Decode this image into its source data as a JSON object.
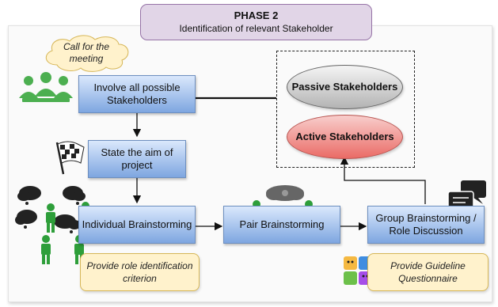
{
  "phase": {
    "title": "PHASE 2",
    "subtitle": "Identification of relevant Stakeholder"
  },
  "call_note": "Call for the meeting",
  "steps": {
    "involve": "Involve all possible Stakeholders",
    "aim": "State the aim of project",
    "individual": "Individual Brainstorming",
    "pair": "Pair Brainstorming",
    "group": "Group Brainstorming / Role Discussion"
  },
  "notes": {
    "role": "Provide role identification criterion",
    "guideline": "Provide Guideline Questionnaire"
  },
  "outcomes": {
    "passive": "Passive Stakeholders",
    "active": "Active Stakeholders"
  },
  "colors": {
    "process_fill_top": "#dae8fc",
    "process_fill_bottom": "#7ea6e0",
    "note_fill": "#fff2cc",
    "phase_fill": "#e1d5e7",
    "person_green": "#4caf50",
    "active_fill": "#f8cecc"
  },
  "icons": [
    "meeting-group-icon",
    "checkered-flag-icon",
    "thought-cloud-icon",
    "person-icon",
    "gears-cloud-icon",
    "chat-bubbles-icon",
    "emoji-tiles-icon"
  ]
}
